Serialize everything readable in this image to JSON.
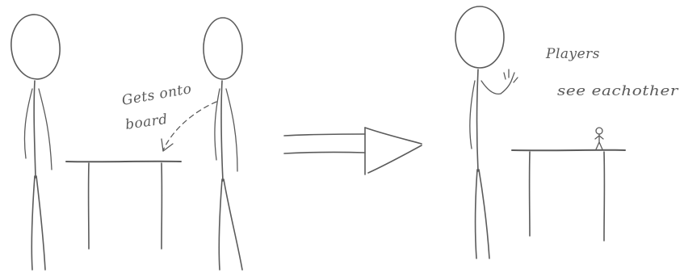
{
  "colors": {
    "ink": "#5b5b5b",
    "background": "#ffffff"
  },
  "scenes": {
    "before": {
      "annotation": {
        "line1": "Gets onto",
        "line2": "board"
      }
    },
    "after": {
      "annotation": {
        "line1": "Players",
        "line2": "see eachother"
      }
    }
  },
  "transition_arrow_icon": "double-arrow-right-icon"
}
